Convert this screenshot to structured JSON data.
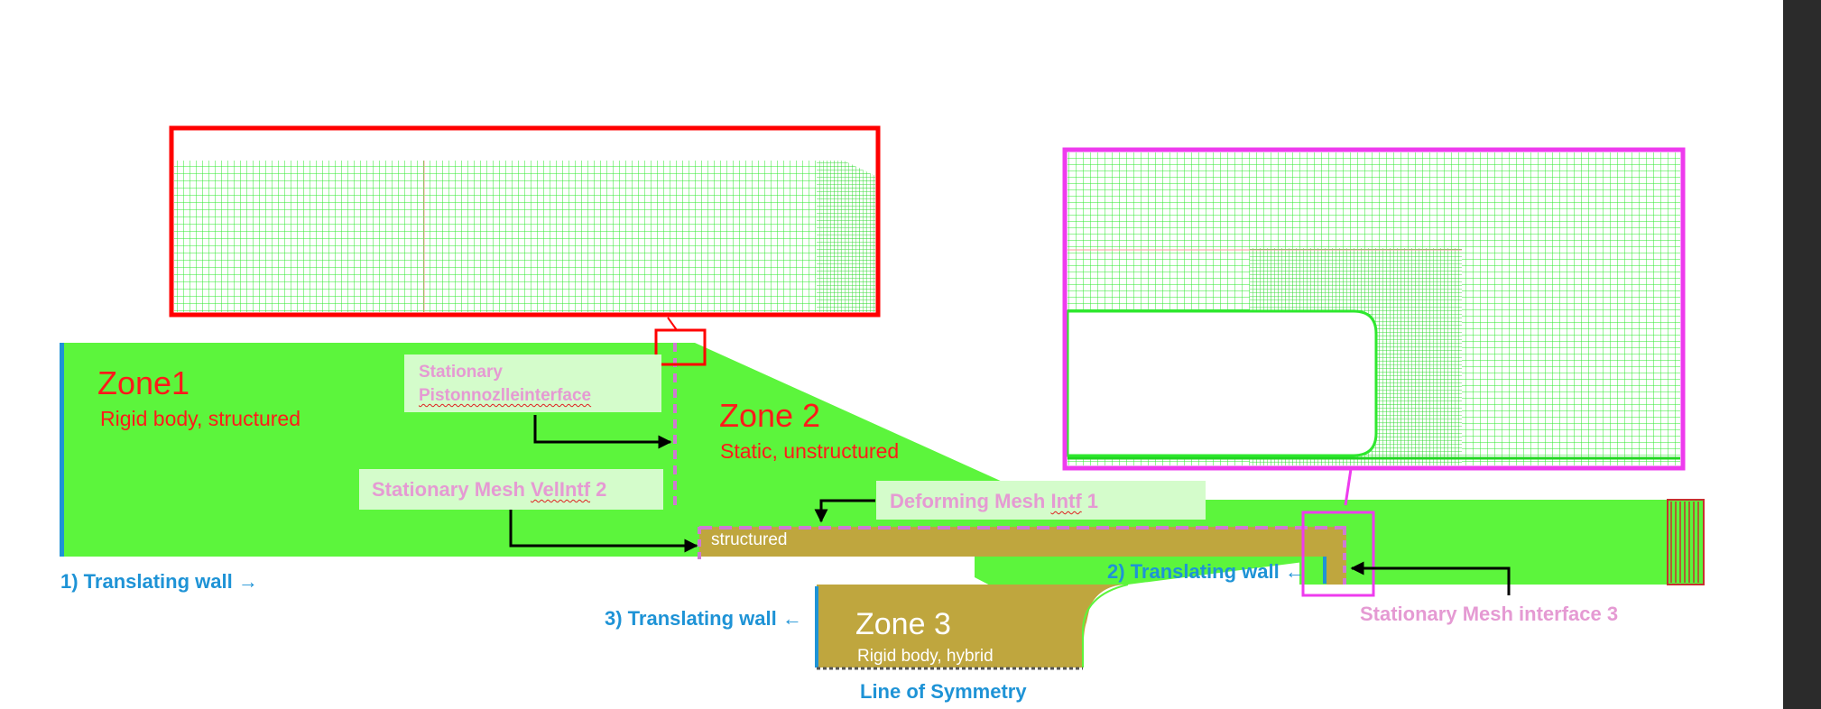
{
  "zone1": {
    "title": "Zone1",
    "subtitle": "Rigid body, structured"
  },
  "zone2": {
    "title": "Zone 2",
    "subtitle": "Static, unstructured"
  },
  "zone3": {
    "title": "Zone 3",
    "subtitle": "Rigid body, hybrid"
  },
  "structured_label": "structured",
  "interfaces": {
    "piston_nozzle_line1": "Stationary",
    "piston_nozzle_line2": "Pistonnozlleinterface",
    "vel_intf2_prefix": "Stationary Mesh ",
    "vel_intf2_word": "VelIntf",
    "vel_intf2_suffix": " 2",
    "deforming_prefix": "Deforming Mesh ",
    "deforming_word": "Intf",
    "deforming_suffix": " 1",
    "interface3": "Stationary Mesh interface 3"
  },
  "walls": {
    "wall1": "1) Translating wall →",
    "wall2": "2) Translating wall ←",
    "wall3": "3) Translating wall ←"
  },
  "symmetry": "Line of Symmetry",
  "colors": {
    "fluid": "#5cf53c",
    "solid": "#bfa63e",
    "mesh": "#2ee82e",
    "zone_label": "#ff1a1a",
    "interface_label": "#e59ad3",
    "wall_label": "#1e93d6",
    "zoom_red": "#ff0000",
    "zoom_magenta": "#ee3bee"
  }
}
